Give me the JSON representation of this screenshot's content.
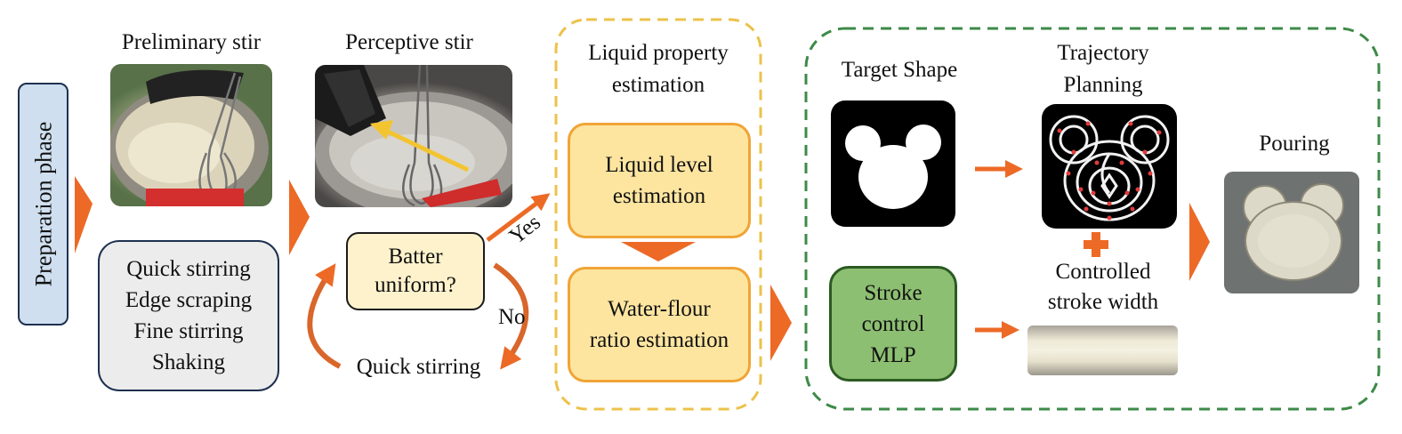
{
  "labels": {
    "preparation_phase": "Preparation phase",
    "preliminary_stir": "Preliminary stir",
    "perceptive_stir": "Perceptive stir",
    "liquid_property_1": "Liquid property",
    "liquid_property_2": "estimation",
    "target_shape": "Target Shape",
    "trajectory_1": "Trajectory",
    "trajectory_2": "Planning",
    "pouring": "Pouring",
    "controlled_1": "Controlled",
    "controlled_2": "stroke width",
    "yes": "Yes",
    "no": "No",
    "quick_stirring_loop": "Quick stirring"
  },
  "operations": [
    "Quick stirring",
    "Edge scraping",
    "Fine stirring",
    "Shaking"
  ],
  "uniform": {
    "line1": "Batter",
    "line2": "uniform?"
  },
  "liquid_level": {
    "line1": "Liquid level",
    "line2": "estimation"
  },
  "ratio": {
    "line1": "Water-flour",
    "line2": "ratio estimation"
  },
  "mlp": {
    "line1": "Stroke",
    "line2": "control",
    "line3": "MLP"
  },
  "colors": {
    "arrow_orange": "#ec6a26",
    "loop_orange": "#d9662a",
    "yellow_border": "#ecc24a",
    "green_border": "#3d8a48",
    "box_yellow": "#fde5a0",
    "box_green": "#8dbf72",
    "prep_blue": "#cfdff0"
  }
}
